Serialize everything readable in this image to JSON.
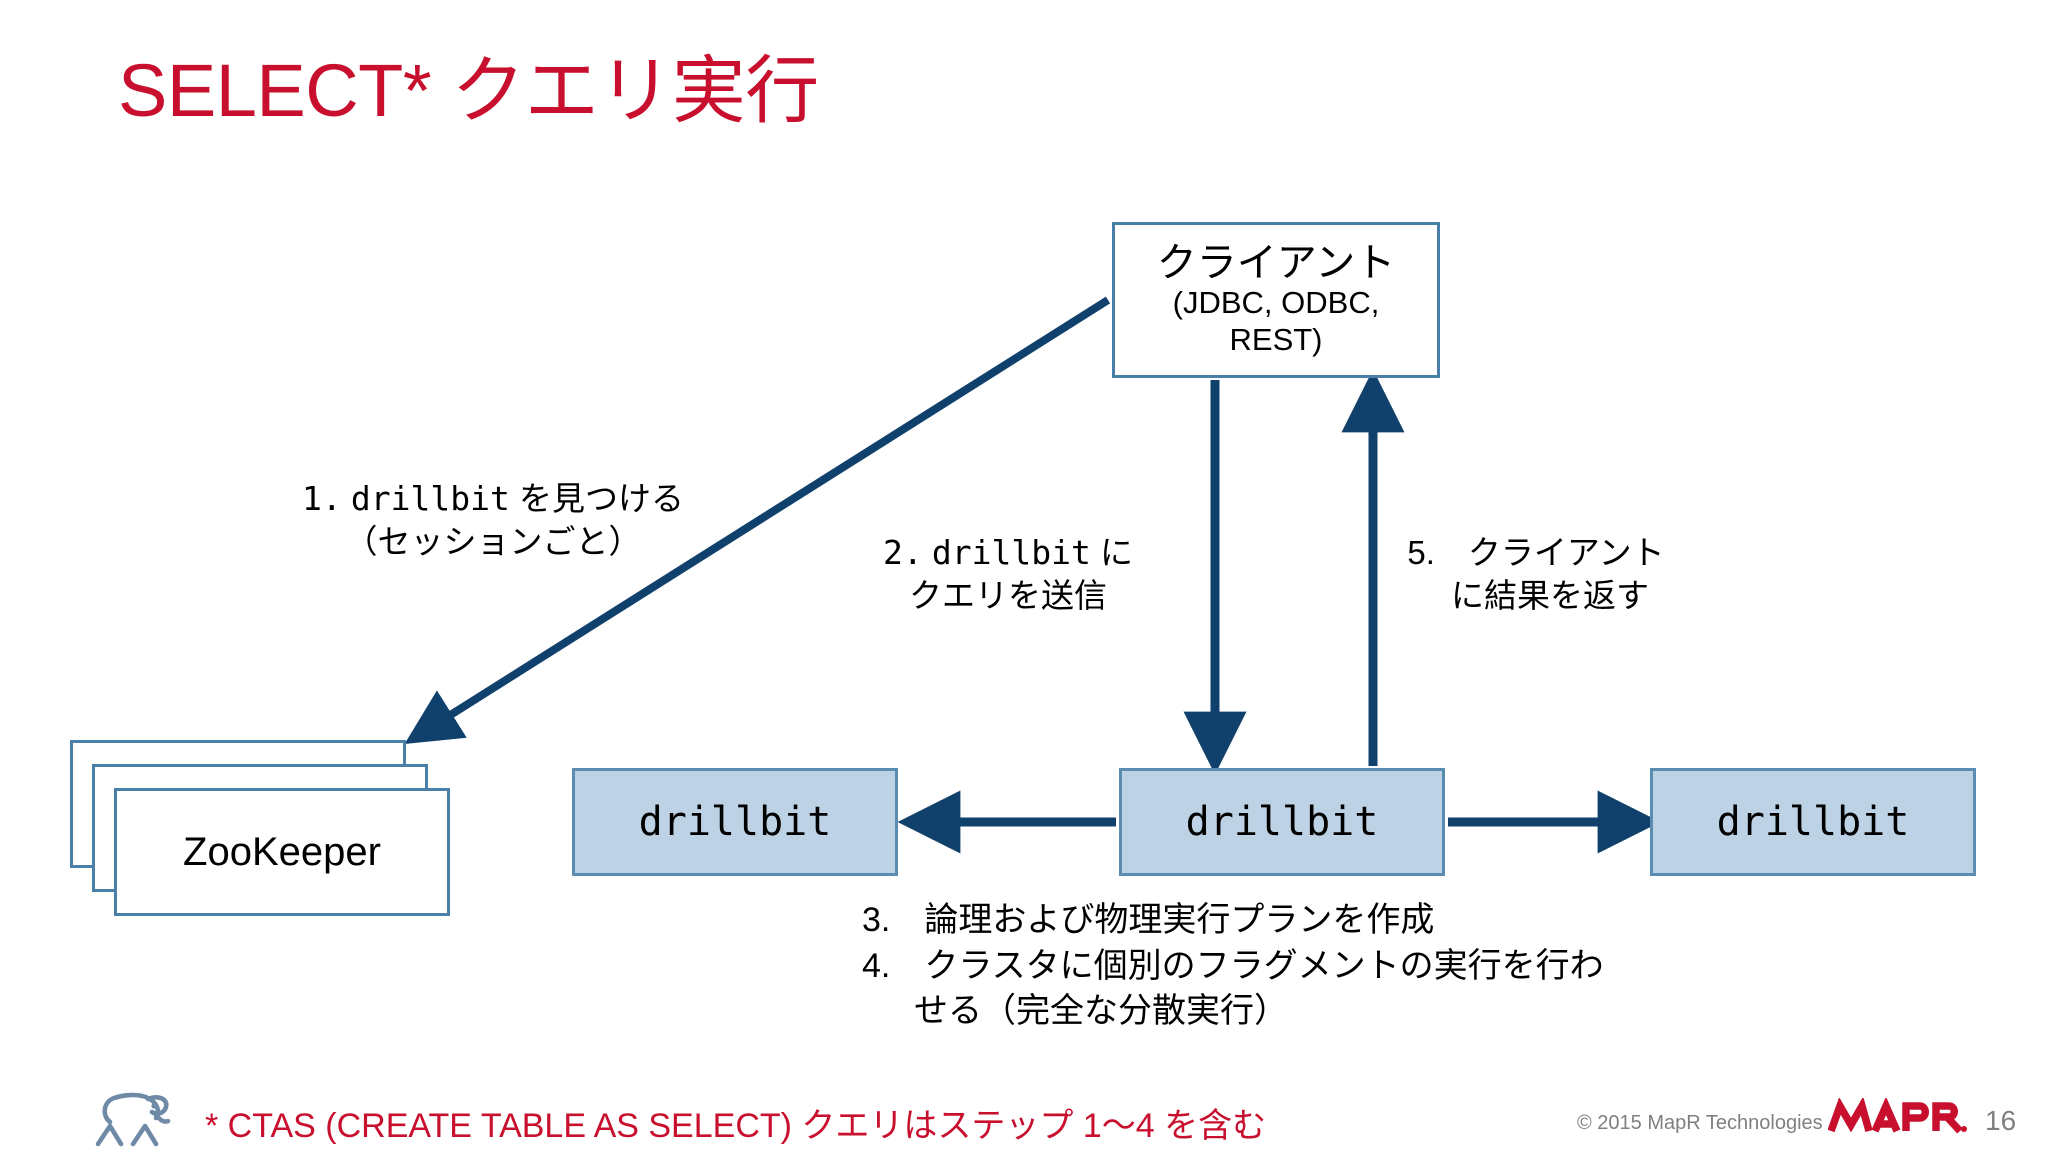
{
  "slide": {
    "title": "SELECT* クエリ実行",
    "title_color": "#c8102e",
    "background": "#ffffff"
  },
  "nodes": {
    "client": {
      "line1": "クライアント",
      "line2": "(JDBC, ODBC,",
      "line3": "REST)",
      "fill": "#ffffff",
      "border": "#4a80a8"
    },
    "zookeeper": {
      "label": "ZooKeeper",
      "stack_count": 3,
      "fill": "#ffffff",
      "border": "#4a80a8"
    },
    "drillbit_left": {
      "label": "drillbit",
      "fill": "#bdd2e4",
      "border": "#5b8db3"
    },
    "drillbit_center": {
      "label": "drillbit",
      "fill": "#bdd2e4",
      "border": "#5b8db3"
    },
    "drillbit_right": {
      "label": "drillbit",
      "fill": "#bdd2e4",
      "border": "#5b8db3"
    }
  },
  "steps": {
    "step1": {
      "number": "1.",
      "mono": "drillbit",
      "line1_tail": " を見つける",
      "line2": "（セッションごと）"
    },
    "step2": {
      "number": "2.",
      "mono": "drillbit",
      "line1_tail": " に",
      "line2": "クエリを送信"
    },
    "step5": {
      "line1": "5.　クライアント",
      "line2": "に結果を返す"
    },
    "step34": {
      "line1": "3.　論理および物理実行プランを作成",
      "line2": "4.　クラスタに個別のフラグメントの実行を行わ",
      "line3": "せる（完全な分散実行）"
    }
  },
  "arrows": {
    "color": "#10416d",
    "client_to_zookeeper": "1. drillbit を見つける",
    "client_to_drillbit": "2. クエリを送信",
    "drillbit_to_client": "5. クライアントに結果を返す",
    "center_to_left": "fragment execution",
    "center_to_right": "fragment execution"
  },
  "footer": {
    "footnote": "* CTAS (CREATE TABLE AS SELECT) クエリはステップ 1〜4 を含む",
    "footnote_color": "#c8102e",
    "copyright": "© 2015 MapR Technologies",
    "logo_text": "MAPR",
    "page_number": "16"
  }
}
